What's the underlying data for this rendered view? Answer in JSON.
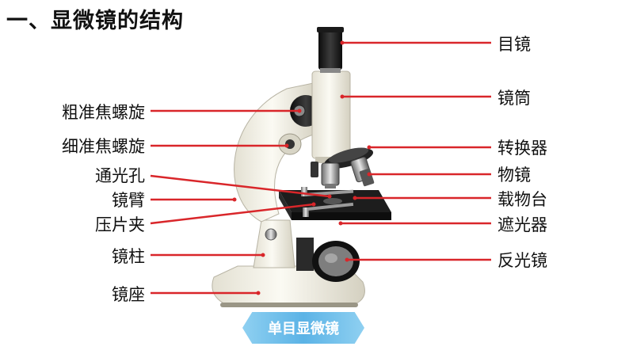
{
  "title": "一、显微镜的结构",
  "caption": "单目显微镜",
  "colors": {
    "leader_line": "#d9262a",
    "caption_bg": "#6cbfea",
    "caption_text": "#ffffff"
  },
  "labels": {
    "eyepiece": "目镜",
    "tube": "镜筒",
    "nosepiece": "转换器",
    "objective": "物镜",
    "stage": "载物台",
    "diaphragm": "遮光器",
    "mirror": "反光镜",
    "coarse_focus": "粗准焦螺旋",
    "fine_focus": "细准焦螺旋",
    "aperture": "通光孔",
    "arm": "镜臂",
    "stage_clip": "压片夹",
    "pillar": "镜柱",
    "base": "镜座"
  }
}
